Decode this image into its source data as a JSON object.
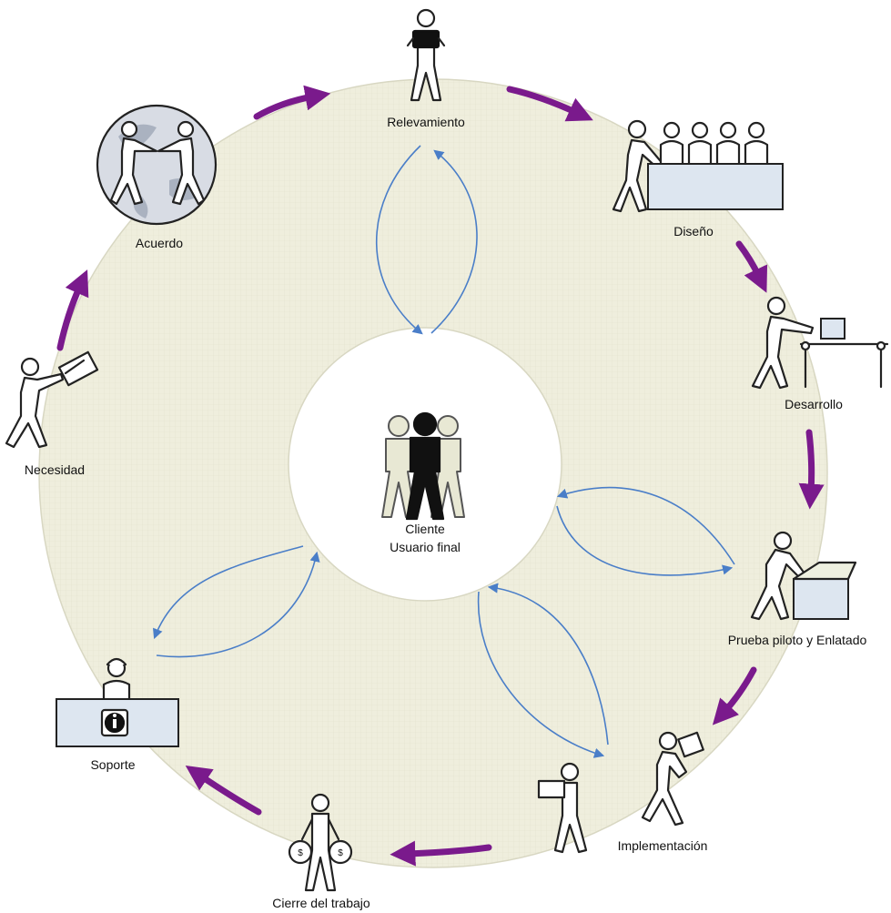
{
  "diagram": {
    "center": {
      "line1": "Cliente",
      "line2": "Usuario final"
    },
    "stages": {
      "relevamiento": "Relevamiento",
      "diseno": "Diseño",
      "desarrollo": "Desarrollo",
      "prueba": "Prueba piloto y Enlatado",
      "implementacion": "Implementación",
      "cierre": "Cierre del trabajo",
      "soporte": "Soporte",
      "necesidad": "Necesidad",
      "acuerdo": "Acuerdo"
    },
    "colors": {
      "ring_fill": "#efeedd",
      "cycle_arrows": "#7a1a8c",
      "feedback_arrows": "#4a7ec8",
      "center_fill": "#ffffff"
    },
    "icons": [
      "globe-icon",
      "person-icon",
      "tv-icon",
      "info-icon",
      "money-bag-icon",
      "box-icon",
      "conveyor-icon",
      "envelope-icon",
      "headset-icon",
      "group-icon"
    ]
  }
}
